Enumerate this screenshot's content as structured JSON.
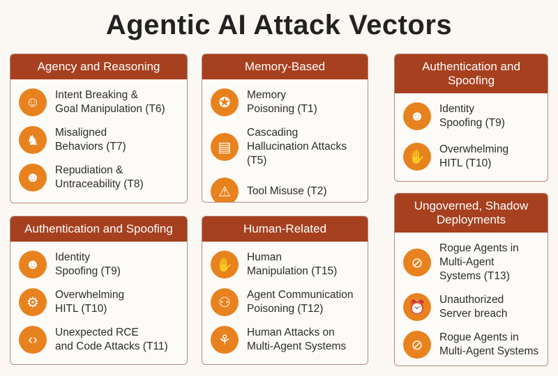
{
  "title": "Agentic AI Attack Vectors",
  "colors": {
    "header": "#a6401f",
    "icon": "#e8821e",
    "background": "#fbf8f3"
  },
  "cards": [
    {
      "id": "agency-and-reasoning",
      "title": "Agency and Reasoning",
      "items": [
        {
          "label": "Intent Breaking &\nGoal Manipulation (T6)",
          "icon": "head-heart-icon",
          "glyph": "☺"
        },
        {
          "label": "Misaligned\nBehaviors (T7)",
          "icon": "chess-knight-icon",
          "glyph": "♞"
        },
        {
          "label": "Repudiation &\nUntraceability (T8)",
          "icon": "masked-person-icon",
          "glyph": "☻"
        }
      ]
    },
    {
      "id": "memory-based",
      "title": "Memory-Based",
      "items": [
        {
          "label": "Memory\nPoisoning (T1)",
          "icon": "brain-head-icon",
          "glyph": "✪"
        },
        {
          "label": "Cascading\nHallucination Attacks\n(T5)",
          "icon": "document-icon",
          "glyph": "▤"
        },
        {
          "label": "Tool Misuse (T2)",
          "icon": "warning-icon",
          "glyph": "⚠"
        }
      ]
    },
    {
      "id": "authentication-and-spoofing-right",
      "title": "Authentication and\nSpoofing",
      "items": [
        {
          "label": "Identity\nSpoofing (T9)",
          "icon": "masked-person-icon",
          "glyph": "☻"
        },
        {
          "label": "Overwhelming\nHITL (T10)",
          "icon": "hand-icon",
          "glyph": "✋"
        }
      ]
    },
    {
      "id": "authentication-and-spoofing",
      "title": "Authentication and Spoofing",
      "items": [
        {
          "label": "Identity\nSpoofing (T9)",
          "icon": "masked-person-icon",
          "glyph": "☻"
        },
        {
          "label": "Overwhelming\nHITL (T10)",
          "icon": "robot-icon",
          "glyph": "⚙"
        },
        {
          "label": "Unexpected RCE\nand Code Attacks (T11)",
          "icon": "code-icon",
          "glyph": "‹›"
        }
      ]
    },
    {
      "id": "human-related",
      "title": "Human-Related",
      "items": [
        {
          "label": "Human\nManipulation (T15)",
          "icon": "handshake-icon",
          "glyph": "✋"
        },
        {
          "label": "Agent Communication\nPoisoning (T12)",
          "icon": "people-icon",
          "glyph": "⚇"
        },
        {
          "label": "Human Attacks on\nMulti-Agent Systems",
          "icon": "network-icon",
          "glyph": "⚘"
        }
      ]
    },
    {
      "id": "ungoverned-shadow-deployments",
      "title": "Ungoverned, Shadow\nDeployments",
      "items": [
        {
          "label": "Rogue Agents in\nMulti-Agent\nSystems (T13)",
          "icon": "blocked-agent-icon",
          "glyph": "⊘"
        },
        {
          "label": "Unauthorized\nServer breach",
          "icon": "server-alarm-icon",
          "glyph": "⏰"
        },
        {
          "label": "Rogue Agents in\nMulti-Agent Systems",
          "icon": "blocked-agent-icon",
          "glyph": "⊘"
        }
      ]
    }
  ]
}
